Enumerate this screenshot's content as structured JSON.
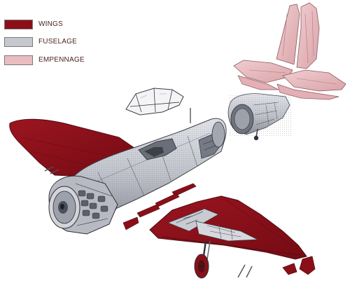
{
  "legend": {
    "items": [
      {
        "key": "wings",
        "label": "WINGS",
        "color": "#8a0f18"
      },
      {
        "key": "fuselage",
        "label": "FUSELAGE",
        "color": "#c6c8d0"
      },
      {
        "key": "empennage",
        "label": "EMPENNAGE",
        "color": "#e9bcc0"
      }
    ]
  },
  "colors": {
    "wing": "#8a0f18",
    "wing_dark": "#5e0a10",
    "fuselage": "#c9cbd3",
    "fuselage_shade": "#8e929e",
    "fuselage_dark": "#4d5059",
    "empennage": "#e9bcc0",
    "empennage_shade": "#c28a90",
    "outline": "#333333"
  }
}
